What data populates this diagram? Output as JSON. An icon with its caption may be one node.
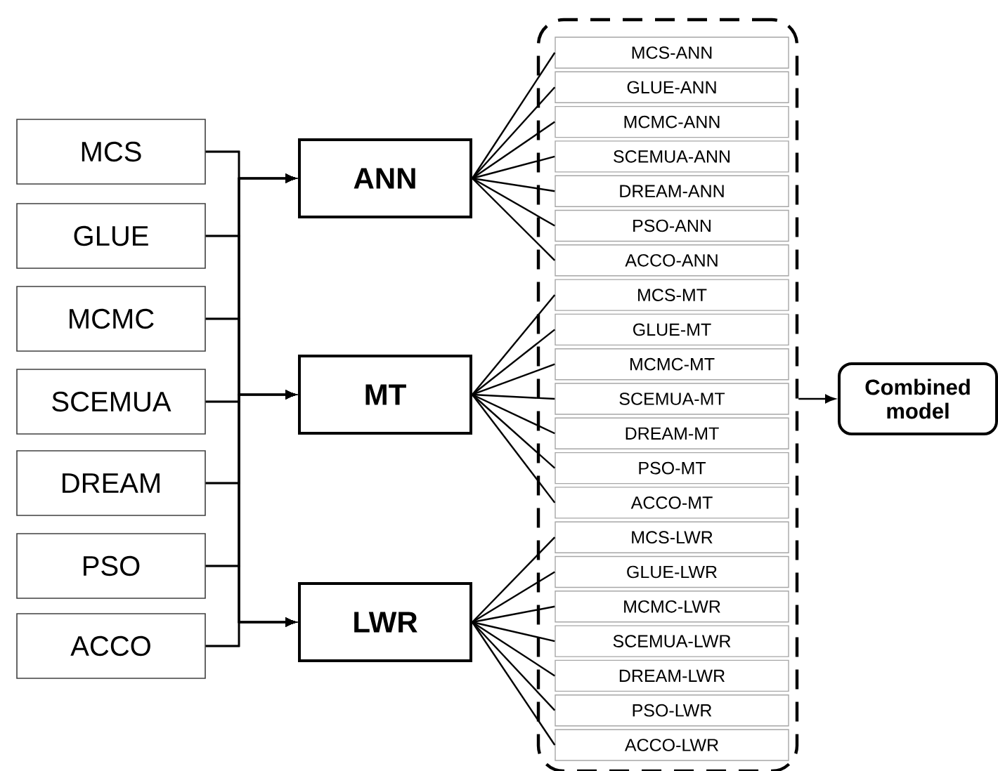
{
  "diagram": {
    "nodes": [
      {
        "text": [
          "MCS"
        ]
      },
      {
        "text": [
          "GLUE"
        ]
      },
      {
        "text": [
          "MCMC"
        ]
      },
      {
        "text": [
          "SCEMUA"
        ]
      },
      {
        "text": [
          "DREAM"
        ]
      },
      {
        "text": [
          "PSO"
        ]
      },
      {
        "text": [
          "ACCO"
        ]
      },
      {
        "text": [
          "ANN"
        ]
      },
      {
        "text": [
          "MT"
        ]
      },
      {
        "text": [
          "LWR"
        ]
      },
      {
        "text": [],
        "shape": "box"
      },
      {
        "text": [
          "MCS-ANN"
        ],
        "in": 10
      },
      {
        "text": [
          "GLUE-ANN"
        ],
        "in": 10
      },
      {
        "text": [
          "MCMC-ANN"
        ],
        "in": 10
      },
      {
        "text": [
          "SCEMUA-ANN"
        ],
        "in": 10
      },
      {
        "text": [
          "DREAM-ANN"
        ],
        "in": 10
      },
      {
        "text": [
          "PSO-ANN"
        ],
        "in": 10
      },
      {
        "text": [
          "ACCO-ANN"
        ],
        "in": 10
      },
      {
        "text": [
          "MCS-MT"
        ],
        "in": 10
      },
      {
        "text": [
          "GLUE-MT"
        ],
        "in": 10
      },
      {
        "text": [
          "MCMC-MT"
        ],
        "in": 10
      },
      {
        "text": [
          "SCEMUA-MT"
        ],
        "in": 10
      },
      {
        "text": [
          "DREAM-MT"
        ],
        "in": 10
      },
      {
        "text": [
          "PSO-MT"
        ],
        "in": 10
      },
      {
        "text": [
          "ACCO-MT"
        ],
        "in": 10
      },
      {
        "text": [
          "MCS-LWR"
        ],
        "in": 10
      },
      {
        "text": [
          "GLUE-LWR"
        ],
        "in": 10
      },
      {
        "text": [
          "MCMC-LWR"
        ],
        "in": 10
      },
      {
        "text": [
          "SCEMUA-LWR"
        ],
        "in": 10
      },
      {
        "text": [
          "DREAM-LWR"
        ],
        "in": 10
      },
      {
        "text": [
          "PSO-LWR"
        ],
        "in": 10
      },
      {
        "text": [
          "ACCO-LWR"
        ],
        "in": 10
      },
      {
        "text": [
          "Combined model"
        ]
      }
    ],
    "edges": [
      {
        "from": 0,
        "to": 7,
        "arrow": "to"
      },
      {
        "from": 1,
        "to": 7,
        "arrow": "to"
      },
      {
        "from": 2,
        "to": 7,
        "arrow": "to"
      },
      {
        "from": 3,
        "to": 7,
        "arrow": "to"
      },
      {
        "from": 4,
        "to": 7,
        "arrow": "to"
      },
      {
        "from": 5,
        "to": 7,
        "arrow": "to"
      },
      {
        "from": 6,
        "to": 7,
        "arrow": "to"
      },
      {
        "from": 0,
        "to": 8,
        "arrow": "to"
      },
      {
        "from": 1,
        "to": 8,
        "arrow": "to"
      },
      {
        "from": 2,
        "to": 8,
        "arrow": "to"
      },
      {
        "from": 3,
        "to": 8,
        "arrow": "to"
      },
      {
        "from": 4,
        "to": 8,
        "arrow": "to"
      },
      {
        "from": 5,
        "to": 8,
        "arrow": "to"
      },
      {
        "from": 6,
        "to": 8,
        "arrow": "to"
      },
      {
        "from": 0,
        "to": 9,
        "arrow": "to"
      },
      {
        "from": 1,
        "to": 9,
        "arrow": "to"
      },
      {
        "from": 2,
        "to": 9,
        "arrow": "to"
      },
      {
        "from": 3,
        "to": 9,
        "arrow": "to"
      },
      {
        "from": 4,
        "to": 9,
        "arrow": "to"
      },
      {
        "from": 5,
        "to": 9,
        "arrow": "to"
      },
      {
        "from": 6,
        "to": 9,
        "arrow": "to"
      },
      {
        "from": 7,
        "to": 11,
        "arrow": "none"
      },
      {
        "from": 7,
        "to": 12,
        "arrow": "none"
      },
      {
        "from": 7,
        "to": 13,
        "arrow": "none"
      },
      {
        "from": 7,
        "to": 14,
        "arrow": "none"
      },
      {
        "from": 7,
        "to": 15,
        "arrow": "none"
      },
      {
        "from": 7,
        "to": 16,
        "arrow": "none"
      },
      {
        "from": 7,
        "to": 17,
        "arrow": "none"
      },
      {
        "from": 8,
        "to": 18,
        "arrow": "none"
      },
      {
        "from": 8,
        "to": 19,
        "arrow": "none"
      },
      {
        "from": 8,
        "to": 20,
        "arrow": "none"
      },
      {
        "from": 8,
        "to": 21,
        "arrow": "none"
      },
      {
        "from": 8,
        "to": 22,
        "arrow": "none"
      },
      {
        "from": 8,
        "to": 23,
        "arrow": "none"
      },
      {
        "from": 8,
        "to": 24,
        "arrow": "none"
      },
      {
        "from": 9,
        "to": 25,
        "arrow": "none"
      },
      {
        "from": 9,
        "to": 26,
        "arrow": "none"
      },
      {
        "from": 9,
        "to": 27,
        "arrow": "none"
      },
      {
        "from": 9,
        "to": 28,
        "arrow": "none"
      },
      {
        "from": 9,
        "to": 29,
        "arrow": "none"
      },
      {
        "from": 9,
        "to": 30,
        "arrow": "none"
      },
      {
        "from": 9,
        "to": 31,
        "arrow": "none"
      },
      {
        "from": 10,
        "to": 32,
        "arrow": "to"
      }
    ]
  }
}
